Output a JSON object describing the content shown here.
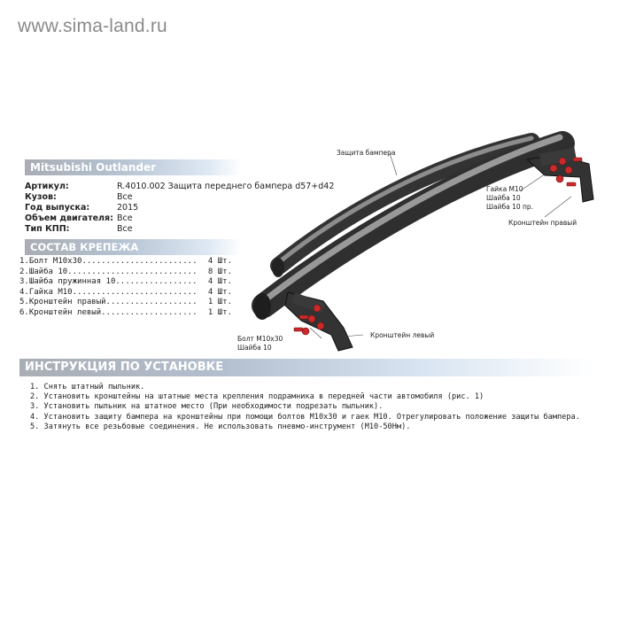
{
  "watermark": "www.sima-land.ru",
  "model": "Mitsubishi Outlander",
  "specs": [
    {
      "key": "Артикул:",
      "value": "R.4010.002 Защита переднего бампера d57+d42"
    },
    {
      "key": "Кузов:",
      "value": "Все"
    },
    {
      "key": "Год выпуска:",
      "value": "2015"
    },
    {
      "key": "Объем двигателя:",
      "value": "Все"
    },
    {
      "key": "Тип КПП:",
      "value": "Все"
    }
  ],
  "kit_title": "СОСТАВ КРЕПЕЖА",
  "kit_items": [
    {
      "name": "1.Болт М10х30.........................",
      "qty": "4 Шт."
    },
    {
      "name": "2.Шайба 10............................",
      "qty": "8 Шт."
    },
    {
      "name": "3.Шайба пружинная 10..................",
      "qty": "4 Шт."
    },
    {
      "name": "4.Гайка М10...........................",
      "qty": "4 Шт."
    },
    {
      "name": "5.Кронштейн правый....................",
      "qty": "1 Шт."
    },
    {
      "name": "6.Кронштейн левый.....................",
      "qty": "1 Шт."
    }
  ],
  "diagram": {
    "label_bumper": "Защита бампера",
    "label_nut": "Гайка М10",
    "label_washer": "Шайба 10",
    "label_washer_spring": "Шайба 10 пр.",
    "label_bracket_right": "Кронштейн правый",
    "label_bolt": "Болт М10х30",
    "label_washer_left": "Шайба 10",
    "label_bracket_left": "Кронштейн левый"
  },
  "instr_title": "ИНСТРУКЦИЯ ПО УСТАНОВКЕ",
  "instructions": [
    "1. Снять штатный пыльник.",
    "2. Установить кронштейны на штатные места крепления подрамника в передней части автомобиля (рис. 1)",
    "3. Установить пыльник на штатное место (При необходимости подрезать пыльник).",
    "4. Установить защиту бампера на кронштейны при помощи болтов М10х30 и гаек М10. Отрегулировать положение защиты бампера.",
    "5. Затянуть все резьбовые соединения. Не использовать пневмо-инструмент (М10-50Нм)."
  ],
  "colors": {
    "bar_start": "#a9adb4",
    "bar_end": "#ffffff",
    "tube": "#555555",
    "fastener": "#cc2a2a"
  }
}
